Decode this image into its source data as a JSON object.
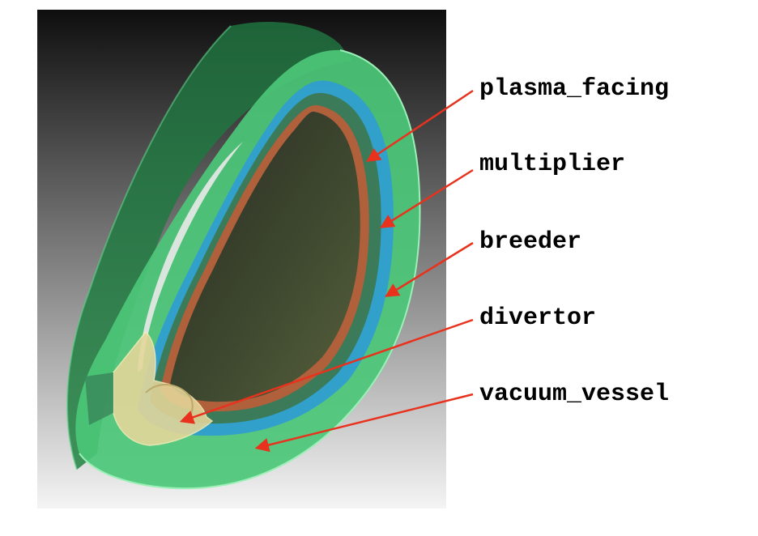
{
  "labels": {
    "plasma_facing": "plasma_facing",
    "multiplier": "multiplier",
    "breeder": "breeder",
    "divertor": "divertor",
    "vacuum_vessel": "vacuum_vessel"
  },
  "colors": {
    "arrow": "#e8321e",
    "vessel": "#4cc777",
    "vessel_dark": "#2f8a4e",
    "breeder": "#2f9ed0",
    "multiplier": "#3c7a55",
    "plasma_facing": "#b0603a",
    "divertor": "#e6d79a",
    "background_top": "#0e0e0e",
    "background_bottom": "#f4f4f4"
  }
}
